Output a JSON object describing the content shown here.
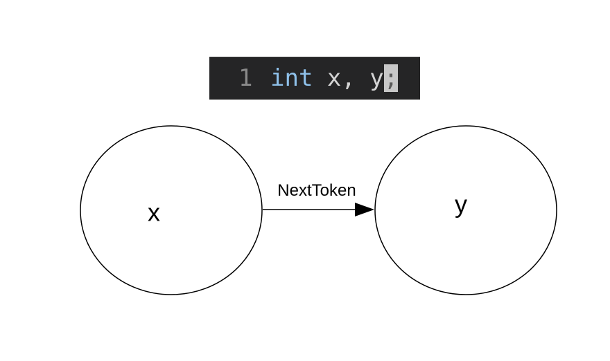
{
  "code": {
    "line_number": "1",
    "keyword": "int",
    "rest": " x, y",
    "cursor_char": ";"
  },
  "nodes": [
    {
      "id": "x",
      "label": "x"
    },
    {
      "id": "y",
      "label": "y"
    }
  ],
  "edges": [
    {
      "from": "x",
      "to": "y",
      "label": "NextToken"
    }
  ]
}
